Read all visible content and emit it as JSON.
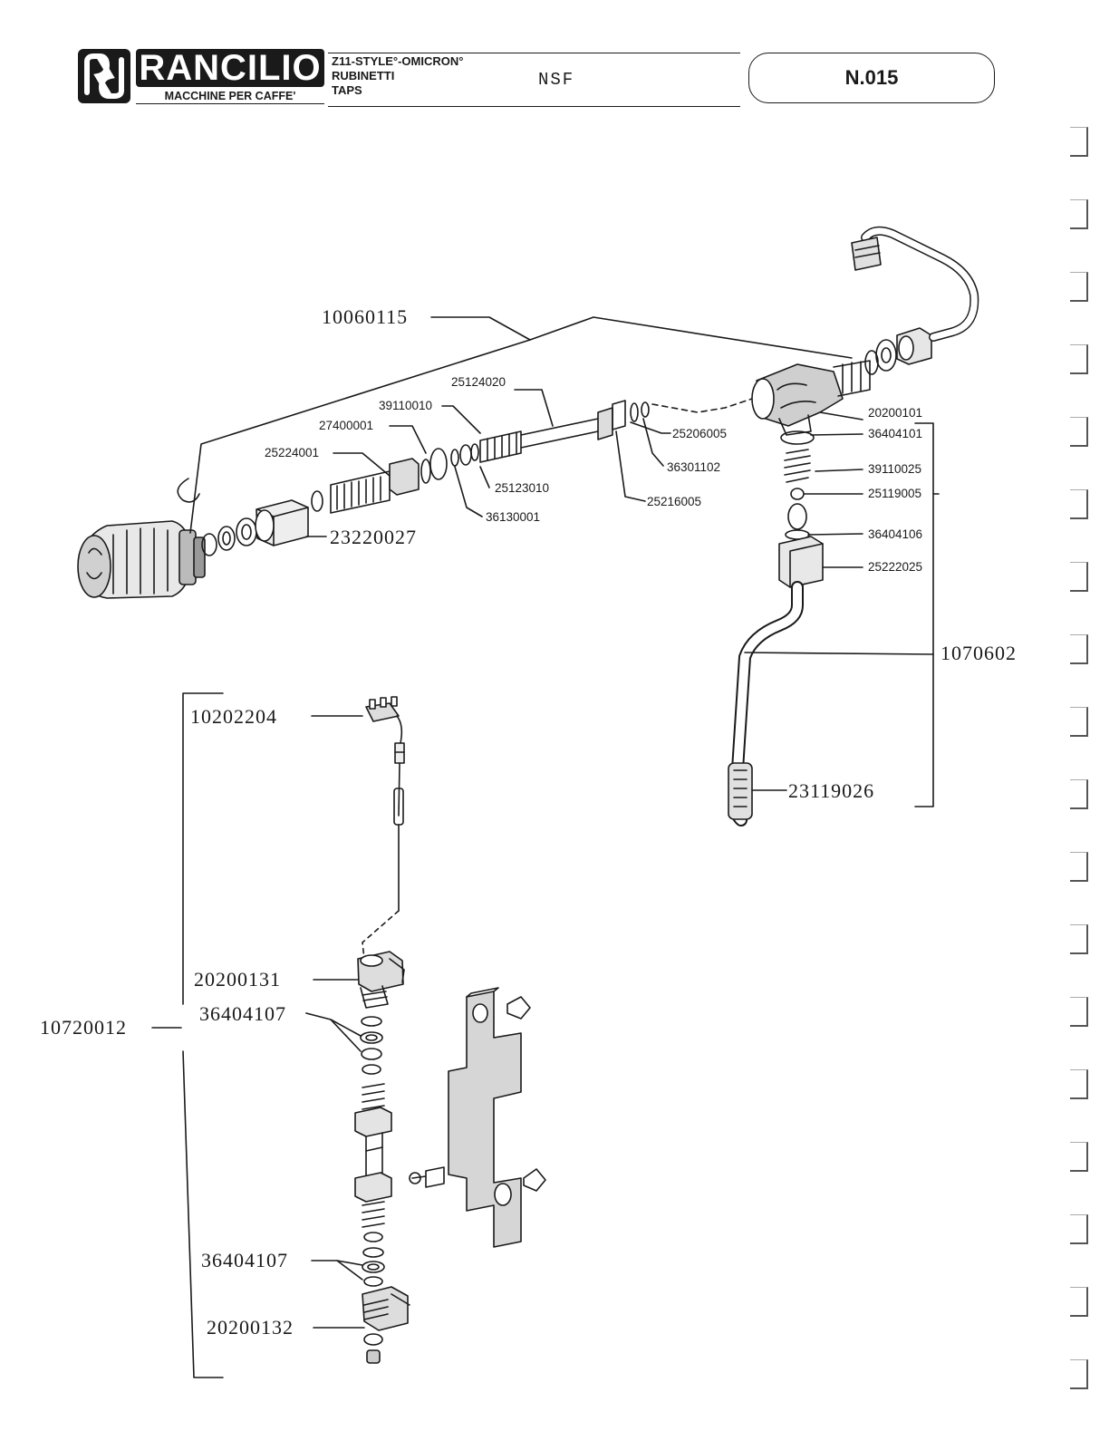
{
  "header": {
    "brand": "RANCILIO",
    "tagline": "MACCHINE PER CAFFE'",
    "model_line_1": "Z11-STYLE°-OMICRON°",
    "model_line_2": "RUBINETTI",
    "model_line_3": "TAPS",
    "certification": "NSF",
    "page_number": "N.015"
  },
  "parts": {
    "p10060115": "10060115",
    "p25124020": "25124020",
    "p39110010": "39110010",
    "p27400001": "27400001",
    "p25224001": "25224001",
    "p25206005": "25206005",
    "p36301102": "36301102",
    "p25123010": "25123010",
    "p36130001": "36130001",
    "p25216005": "25216005",
    "p23220027": "23220027",
    "p20200101": "20200101",
    "p36404101": "36404101",
    "p39110025": "39110025",
    "p25119005": "25119005",
    "p36404106": "36404106",
    "p25222025": "25222025",
    "p1070602": "1070602",
    "p23119026": "23119026",
    "p10202204": "10202204",
    "p20200131": "20200131",
    "p36404107a": "36404107",
    "p10720012": "10720012",
    "p36404107b": "36404107",
    "p20200132": "20200132"
  }
}
